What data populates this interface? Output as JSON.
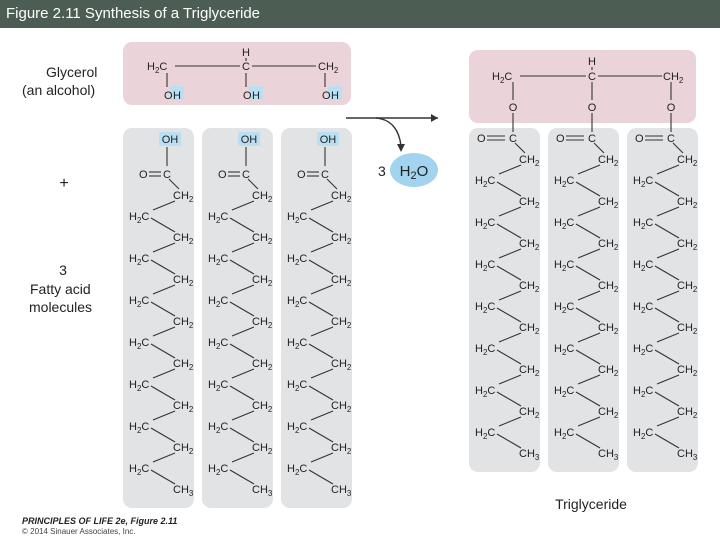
{
  "header": {
    "title": "Figure 2.11  Synthesis of a Triglyceride"
  },
  "labels": {
    "glycerol": "Glycerol",
    "glycerol_sub": "(an alcohol)",
    "plus": "+",
    "fatty_count": "3",
    "fatty_line1": "Fatty acid",
    "fatty_line2": "molecules",
    "water_coef": "3",
    "triglyceride": "Triglyceride"
  },
  "credit": {
    "line1": "PRINCIPLES OF LIFE 2e, Figure 2.11",
    "line2": "© 2014 Sinauer Associates, Inc."
  },
  "colors": {
    "title_bar": "#4c5d54",
    "glycerol_box": "#ebd3da",
    "chain_box": "#e2e3e5",
    "highlight": "#b9dff3",
    "water_bubble": "#a3d4ef",
    "bond": "#333333"
  }
}
